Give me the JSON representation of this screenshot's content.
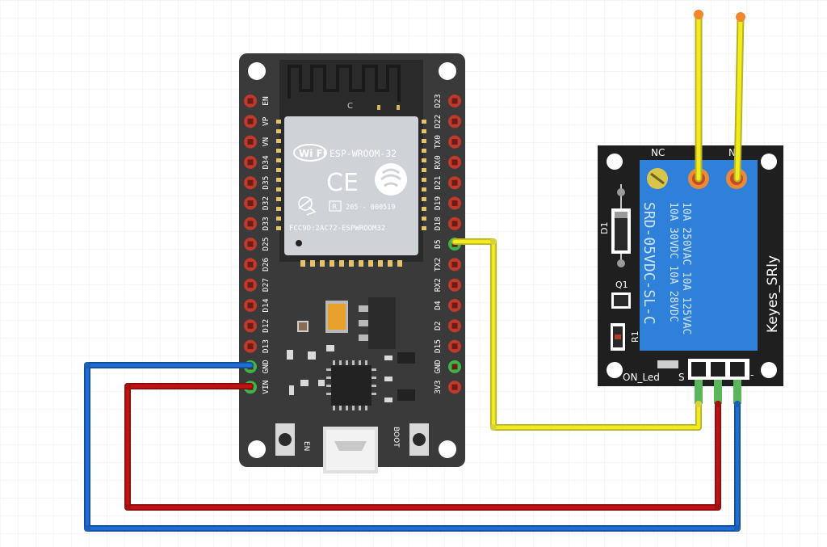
{
  "colors": {
    "background": "#ffffff",
    "grid": "#e6e6ea",
    "board": "#3a3a3a",
    "pin_red": "#c0392b",
    "pin_green": "#3bb54a",
    "wire_yellow": "#f2ec1a",
    "wire_red": "#c01414",
    "wire_blue": "#1e6fd1",
    "relay_blue": "#2f80d8",
    "relay_board": "#1f1f1f"
  },
  "esp32": {
    "module_name": "ESP-WROOM-32",
    "wifi_label": "Wi Fi",
    "antenna_mark": "C",
    "ce_mark": "CE",
    "r_mark": "R",
    "cert_code": "205 - 000519",
    "fcc_id": "FCC9D:2AC72-ESPWROOM32",
    "left_pins": [
      "EN",
      "VP",
      "VN",
      "D34",
      "D35",
      "D32",
      "D33",
      "D25",
      "D26",
      "D27",
      "D14",
      "D12",
      "D13",
      "GND",
      "VIN"
    ],
    "right_pins": [
      "D23",
      "D22",
      "TX0",
      "RX0",
      "D21",
      "D19",
      "D18",
      "D5",
      "TX2",
      "RX2",
      "D4",
      "D2",
      "D15",
      "GND",
      "3V3"
    ],
    "en_button_label": "EN",
    "boot_button_label": "BOOT"
  },
  "relay": {
    "nc_label": "NC",
    "no_label": "N",
    "model": "SRD-05VDC-SL-C",
    "rating_line1": "10A 250VAC  10A 125VAC",
    "rating_line2": "10A 30VDC  10A 28VDC",
    "brand": "Keyes_SRly",
    "d1_label": "D1",
    "q1_label": "Q1",
    "r1_label": "R1",
    "led_label": "ON_Led",
    "pins_label": "S",
    "minus_label": "-"
  }
}
